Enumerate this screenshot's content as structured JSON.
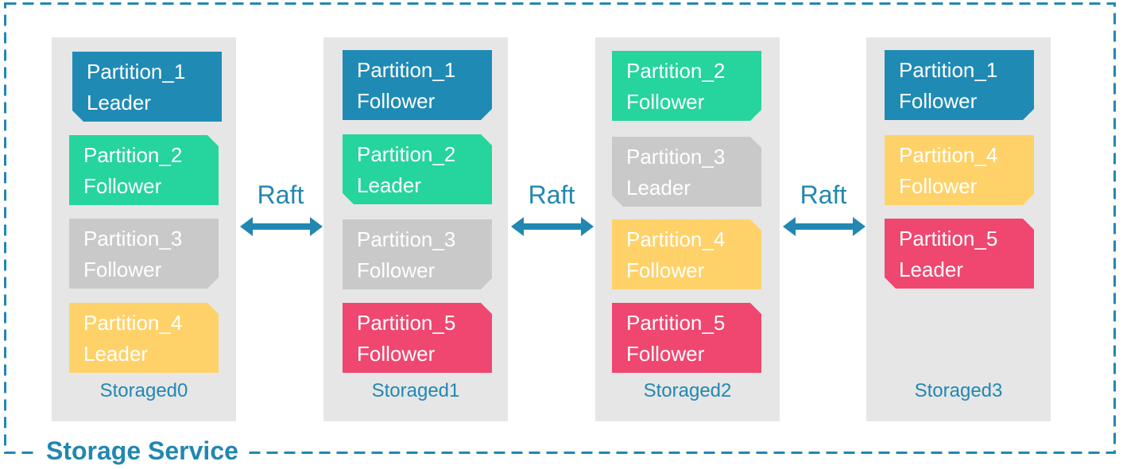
{
  "colors": {
    "accent": "#2287b1",
    "node_bg": "#e6e6e6",
    "blue": "#1f8bb5",
    "green": "#26d49e",
    "gray": "#c9c9c9",
    "yellow": "#ffd269",
    "red": "#ef4770"
  },
  "service_label": "Storage Service",
  "raft_label": "Raft",
  "nodes": [
    {
      "label": "Storaged0",
      "partitions": [
        {
          "name": "Partition_1",
          "role": "Leader",
          "color": "blue"
        },
        {
          "name": "Partition_2",
          "role": "Follower",
          "color": "green"
        },
        {
          "name": "Partition_3",
          "role": "Follower",
          "color": "gray"
        },
        {
          "name": "Partition_4",
          "role": "Leader",
          "color": "yellow"
        }
      ]
    },
    {
      "label": "Storaged1",
      "partitions": [
        {
          "name": "Partition_1",
          "role": "Follower",
          "color": "blue"
        },
        {
          "name": "Partition_2",
          "role": "Leader",
          "color": "green"
        },
        {
          "name": "Partition_3",
          "role": "Follower",
          "color": "gray"
        },
        {
          "name": "Partition_5",
          "role": "Follower",
          "color": "red"
        }
      ]
    },
    {
      "label": "Storaged2",
      "partitions": [
        {
          "name": "Partition_2",
          "role": "Follower",
          "color": "green"
        },
        {
          "name": "Partition_3",
          "role": "Leader",
          "color": "gray"
        },
        {
          "name": "Partition_4",
          "role": "Follower",
          "color": "yellow"
        },
        {
          "name": "Partition_5",
          "role": "Follower",
          "color": "red"
        }
      ]
    },
    {
      "label": "Storaged3",
      "partitions": [
        {
          "name": "Partition_1",
          "role": "Follower",
          "color": "blue"
        },
        {
          "name": "Partition_4",
          "role": "Follower",
          "color": "yellow"
        },
        {
          "name": "Partition_5",
          "role": "Leader",
          "color": "red"
        }
      ]
    }
  ]
}
